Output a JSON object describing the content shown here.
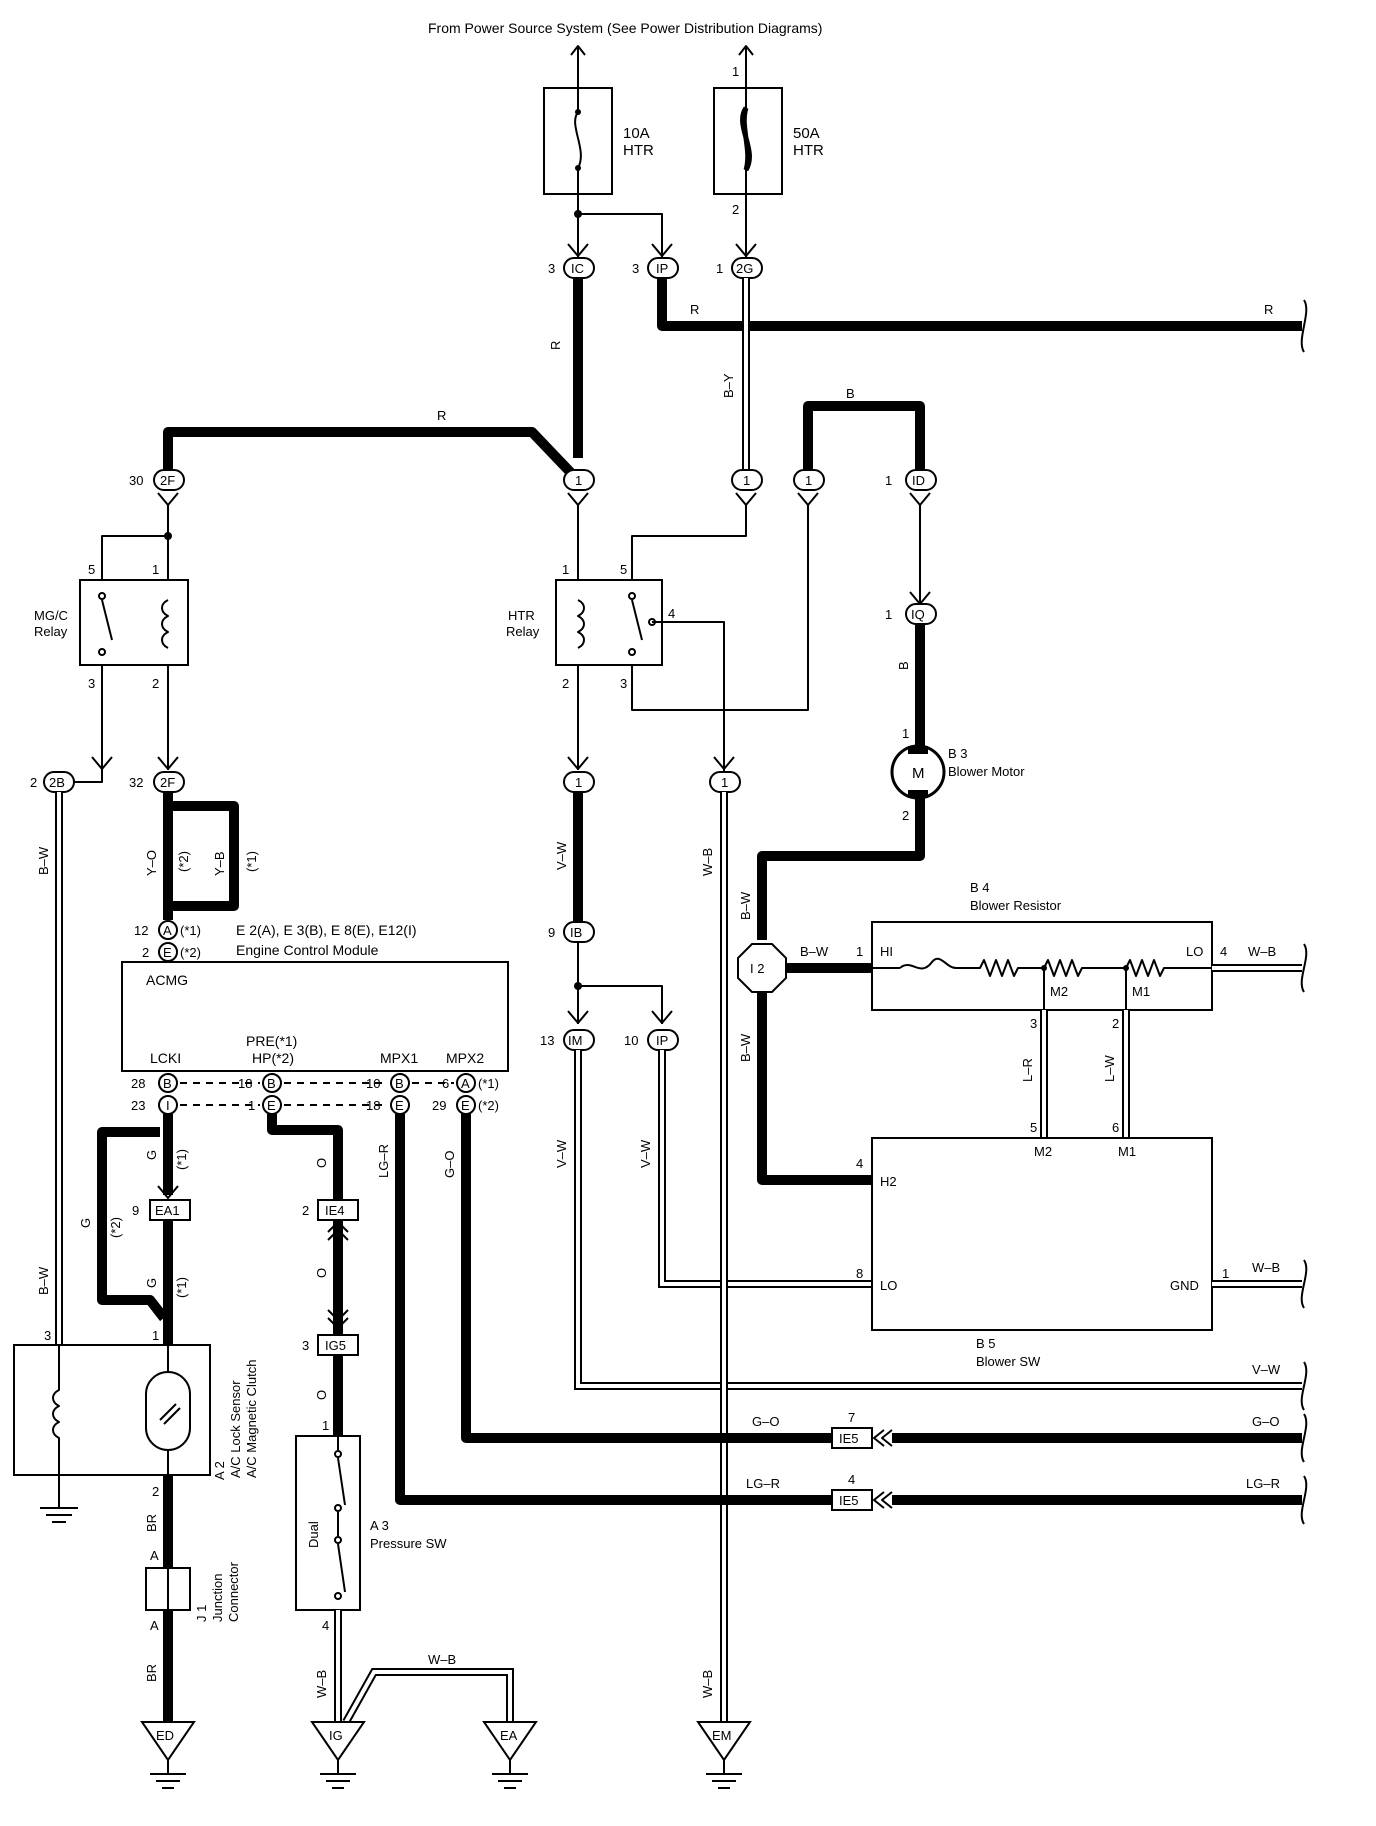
{
  "header": {
    "source_text": "From Power Source System (See Power Distribution Diagrams)"
  },
  "fuses": [
    {
      "rating": "10A",
      "name": "HTR"
    },
    {
      "rating": "50A",
      "name": "HTR",
      "pin_in": "1",
      "pin_out": "2"
    }
  ],
  "connectors": {
    "IC": "IC",
    "IP": "IP",
    "2G": "2G",
    "2F": "2F",
    "one": "1",
    "ID": "ID",
    "IQ": "IQ",
    "2B": "2B",
    "A": "A",
    "E": "E",
    "B": "B",
    "I": "I",
    "IB": "IB",
    "IM": "IM",
    "EA1": "EA1",
    "IE4": "IE4",
    "IG5": "IG5",
    "IE5": "IE5",
    "I2": "I 2",
    "ED": "ED",
    "IG": "IG",
    "EA": "EA",
    "EM": "EM"
  },
  "pins": {
    "p3": "3",
    "p1": "1",
    "p2": "2",
    "p4": "4",
    "p5": "5",
    "p6": "6",
    "p7": "7",
    "p8": "8",
    "p9": "9",
    "p10": "10",
    "p12": "12",
    "p13": "13",
    "p18": "18",
    "p23": "23",
    "p28": "28",
    "p29": "29",
    "p30": "30",
    "p32": "32"
  },
  "wire_colors": {
    "R": "R",
    "B_Y": "B–Y",
    "B": "B",
    "B_W": "B–W",
    "Y_O": "Y–O",
    "Y_B": "Y–B",
    "V_W": "V–W",
    "W_B": "W–B",
    "G": "G",
    "O": "O",
    "LG_R": "LG–R",
    "G_O": "G–O",
    "L_R": "L–R",
    "L_W": "L–W",
    "BR": "BR"
  },
  "notes": {
    "n1": "(*1)",
    "n2": "(*2)"
  },
  "components": {
    "mgc_relay": "MG/C\nRelay",
    "mgc_relay_l1": "MG/C",
    "mgc_relay_l2": "Relay",
    "htr_relay_l1": "HTR",
    "htr_relay_l2": "Relay",
    "ecm_codes": "E 2(A), E 3(B), E 8(E), E12(I)",
    "ecm_name": "Engine Control Module",
    "ecm_acmg": "ACMG",
    "ecm_pin_lcki": "LCKI",
    "ecm_pin_pre": "PRE(*1)",
    "ecm_pin_hp": "HP(*2)",
    "ecm_pin_mpx1": "MPX1",
    "ecm_pin_mpx2": "MPX2",
    "blower_motor_ref": "B 3",
    "blower_motor_name": "Blower Motor",
    "motor_symbol": "M",
    "blower_resistor_ref": "B 4",
    "blower_resistor_name": "Blower Resistor",
    "resistor_hi": "HI",
    "resistor_lo": "LO",
    "resistor_m2": "M2",
    "resistor_m1": "M1",
    "blower_sw_ref": "B 5",
    "blower_sw_name": "Blower SW",
    "sw_h2": "H2",
    "sw_lo": "LO",
    "sw_gnd": "GND",
    "sw_m2": "M2",
    "sw_m1": "M1",
    "a2_ref": "A 2",
    "a2_name1": "A/C Lock Sensor",
    "a2_name2": "A/C Magnetic Clutch",
    "a3_ref": "A 3",
    "a3_name": "Pressure SW",
    "a3_dual": "Dual",
    "j1_ref": "J 1",
    "j1_name1": "Junction",
    "j1_name2": "Connector"
  }
}
